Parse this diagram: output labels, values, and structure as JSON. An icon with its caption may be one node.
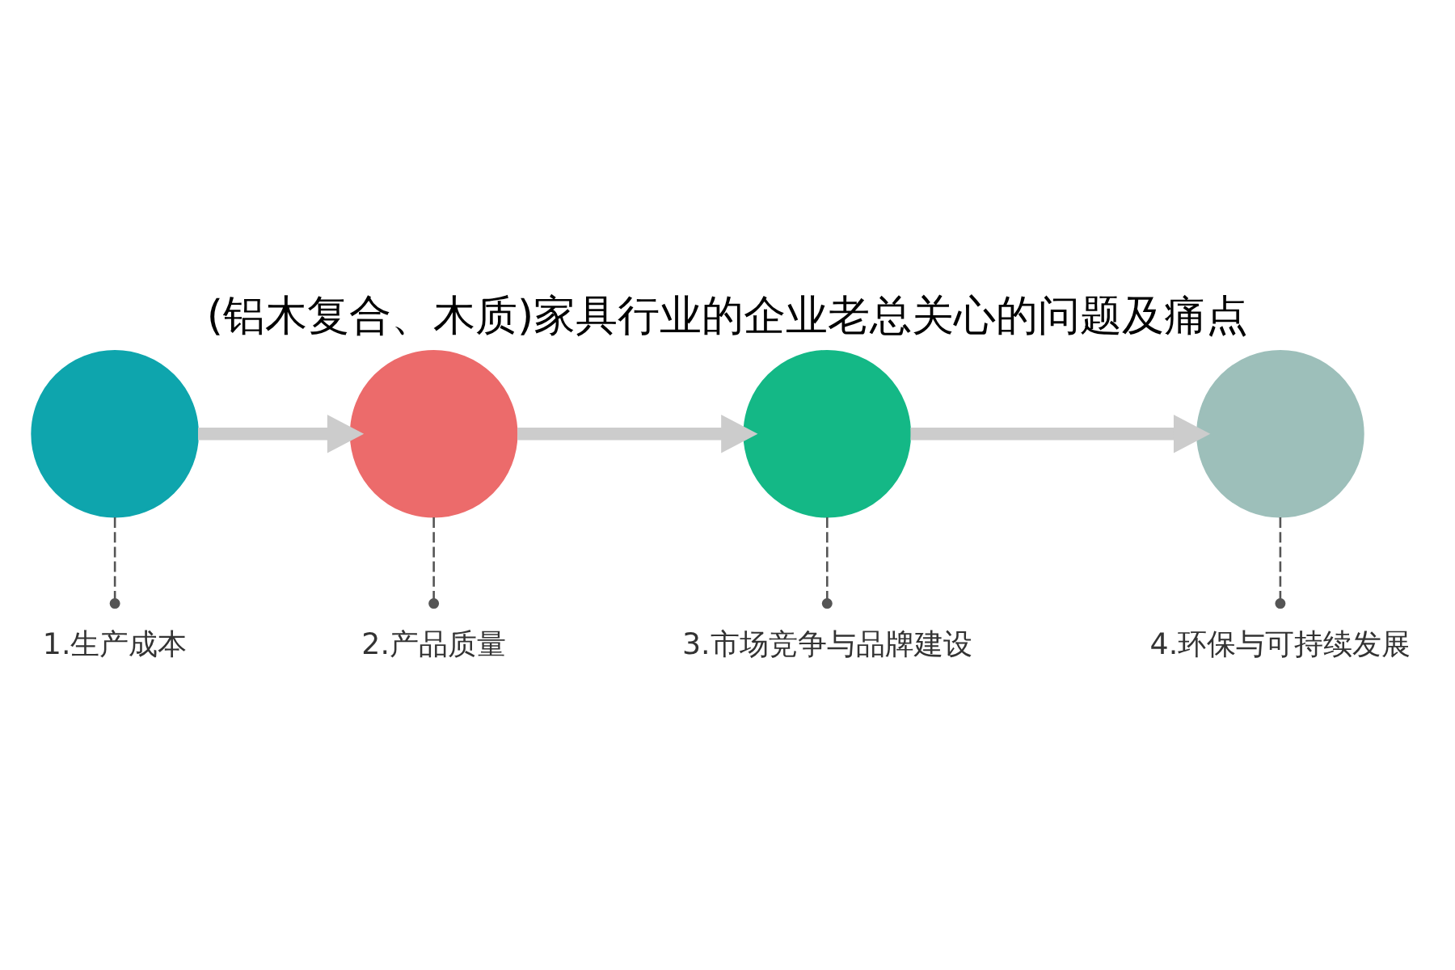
{
  "diagram": {
    "title": "(铝木复合、木质)家具行业的企业老总关心的问题及痛点",
    "nodes": [
      {
        "text": [],
        "shape": "circle"
      },
      {
        "text": [],
        "shape": "circle"
      },
      {
        "text": [],
        "shape": "circle"
      },
      {
        "text": [],
        "shape": "circle"
      },
      {
        "text": [
          "1.生产成本"
        ]
      },
      {
        "text": [
          "2.产品质量"
        ]
      },
      {
        "text": [
          "3.市场竞争与品牌建设"
        ]
      },
      {
        "text": [
          "4.环保与可持续发展"
        ]
      }
    ],
    "edges": [
      {
        "from": 0,
        "to": 1,
        "arrow": "to",
        "style": "thick",
        "color": "#cccccc"
      },
      {
        "from": 1,
        "to": 2,
        "arrow": "to",
        "style": "thick",
        "color": "#cccccc"
      },
      {
        "from": 2,
        "to": 3,
        "arrow": "to",
        "style": "thick",
        "color": "#cccccc"
      },
      {
        "from": 0,
        "to": 4,
        "arrow": "other",
        "style": "dashed"
      },
      {
        "from": 1,
        "to": 5,
        "arrow": "other",
        "style": "dashed"
      },
      {
        "from": 2,
        "to": 6,
        "arrow": "other",
        "style": "dashed"
      },
      {
        "from": 3,
        "to": 7,
        "arrow": "other",
        "style": "dashed"
      }
    ]
  }
}
